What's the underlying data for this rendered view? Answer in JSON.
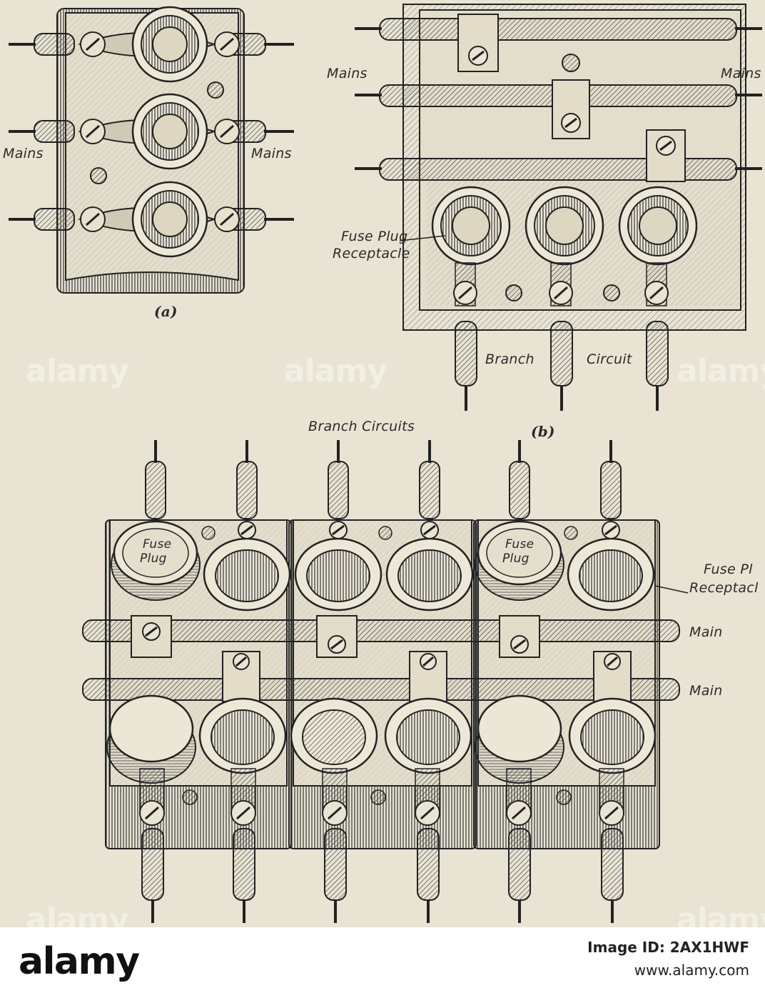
{
  "figure_a": {
    "caption": "(a)",
    "label_left": "Mains",
    "label_right": "Mains"
  },
  "figure_b": {
    "caption": "(b)",
    "label_mains_left": "Mains",
    "label_mains_right": "Mains",
    "label_receptacle": [
      "Fuse Plug",
      "Receptacle"
    ],
    "label_branch": "Branch",
    "label_circuit": "Circuit"
  },
  "figure_c": {
    "label_branch_circuits": "Branch Circuits",
    "fuse_plug_labels": [
      [
        "Fuse",
        "Plug"
      ],
      [
        "Fuse",
        "Plug"
      ]
    ],
    "label_receptacle": [
      "Fuse Pl",
      "Receptacl"
    ],
    "label_main_upper": "Main",
    "label_main_lower": "Main"
  },
  "watermark": "alamy",
  "footer": {
    "brand": "alamy",
    "image_id": "Image ID: 2AX1HWF",
    "url": "www.alamy.com"
  }
}
